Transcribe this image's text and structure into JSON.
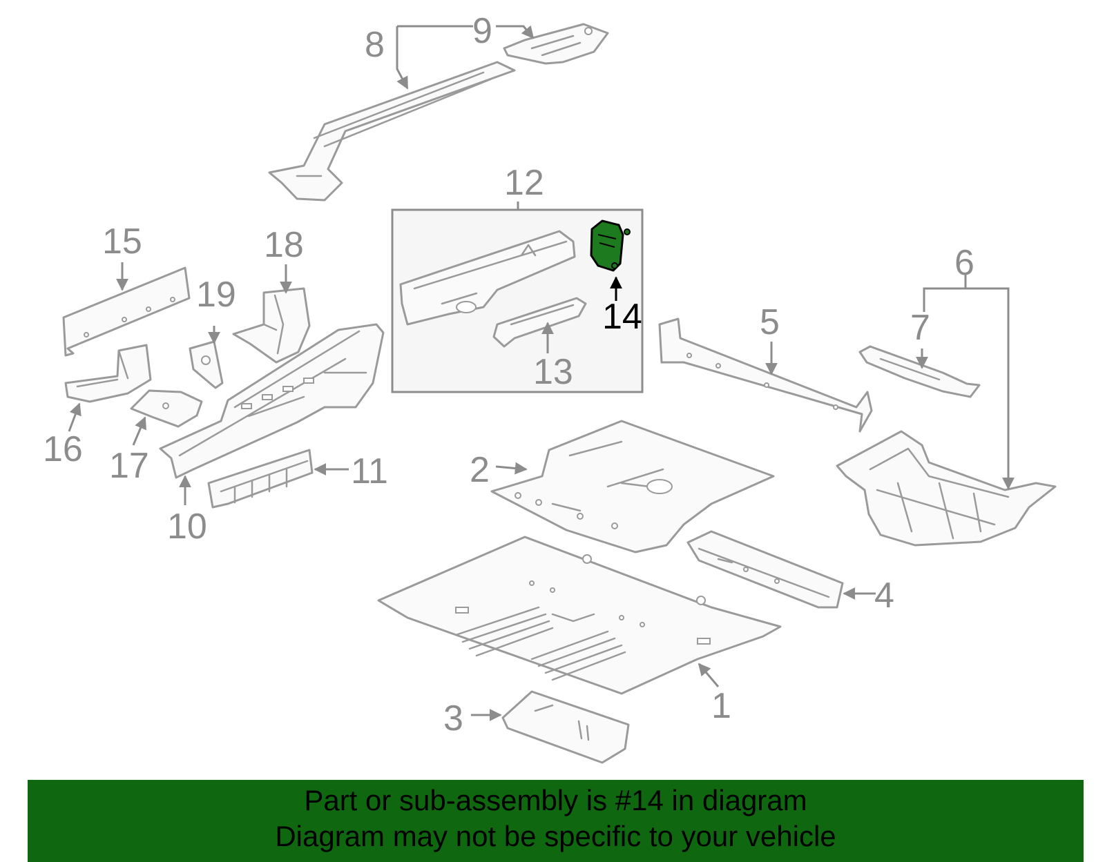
{
  "labels": {
    "l1": "1",
    "l2": "2",
    "l3": "3",
    "l4": "4",
    "l5": "5",
    "l6": "6",
    "l7": "7",
    "l8": "8",
    "l9": "9",
    "l10": "10",
    "l11": "11",
    "l12": "12",
    "l13": "13",
    "l14": "14",
    "l15": "15",
    "l16": "16",
    "l17": "17",
    "l18": "18",
    "l19": "19"
  },
  "highlighted_part": "14",
  "colors": {
    "line_gray": "#9a9a9a",
    "highlight_fill": "#1e7a1e",
    "banner_bg": "#0f680f"
  },
  "banner": {
    "line1": "Part or sub-assembly is #14 in diagram",
    "line2": "Diagram may not be specific to your vehicle"
  }
}
